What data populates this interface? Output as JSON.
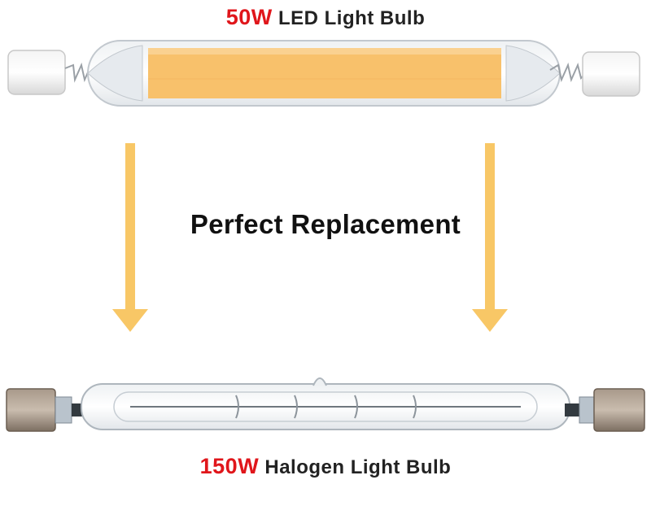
{
  "top_caption": {
    "wattage": "50W",
    "label": "LED Light Bulb"
  },
  "middle_caption": {
    "text": "Perfect Replacement"
  },
  "bottom_caption": {
    "wattage": "150W",
    "label": "Halogen Light Bulb"
  },
  "colors": {
    "wattage_red": "#e0161b",
    "arrow_amber": "#f8c766",
    "led_strip": "#f8c16b",
    "text_dark": "#222222"
  },
  "icons": {
    "top_object": "led-tube-bulb",
    "bottom_object": "halogen-tube-bulb",
    "arrows": "down-arrow"
  }
}
